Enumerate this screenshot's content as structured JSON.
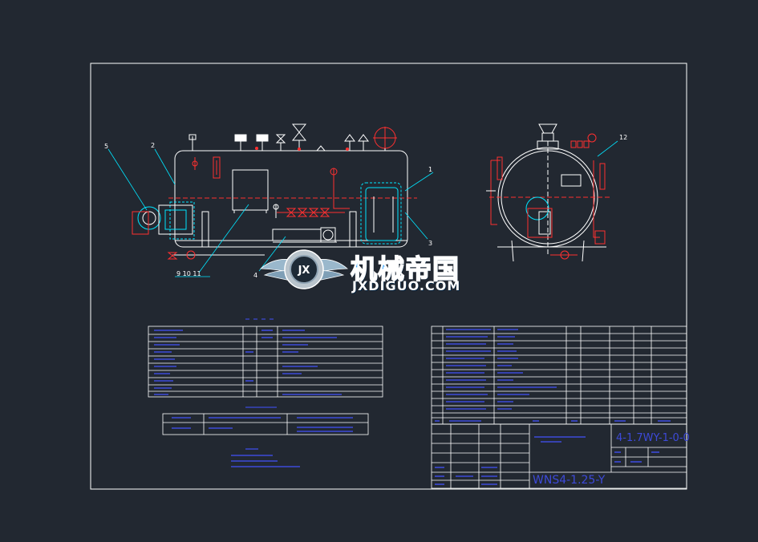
{
  "drawing": {
    "callouts": {
      "c1": "1",
      "c2": "2",
      "c3": "3",
      "c4": "4",
      "c5": "5",
      "c6": "9 10 11",
      "c12": "12"
    },
    "title_block": {
      "drawing_code": "WNS4-1.25-Y",
      "part_code": "4-1.7WY-1-0-0"
    }
  },
  "watermark": {
    "cn": "机械帝国",
    "en": "JXDIGUO.COM",
    "logo_letters": "JX"
  },
  "colors": {
    "background": "#222831",
    "frame": "#ffffff",
    "line": "#ffffff",
    "red": "#ff3030",
    "blue_text": "#3d4ad9",
    "cyan": "#00e5ff",
    "watermark_blue": "#2aa0ff"
  }
}
